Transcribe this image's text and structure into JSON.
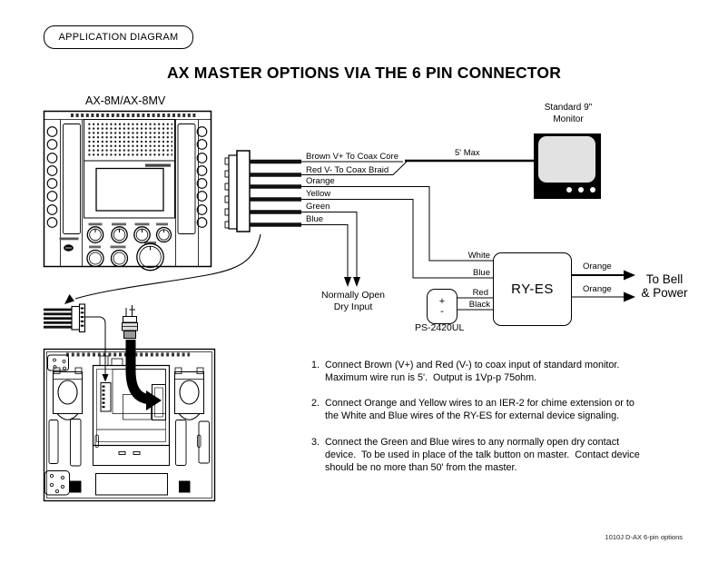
{
  "page": {
    "badge": "APPLICATION DIAGRAM",
    "title": "AX MASTER OPTIONS VIA THE 6 PIN CONNECTOR",
    "footer": "1010J D-AX 6-pin options"
  },
  "master": {
    "label": "AX-8M/AX-8MV"
  },
  "monitor": {
    "label_line1": "Standard 9\"",
    "label_line2": "Monitor",
    "run_label": "5' Max"
  },
  "wires": {
    "brown": "Brown V+ To Coax Core",
    "red": "Red V- To Coax Braid",
    "orange": "Orange",
    "yellow": "Yellow",
    "green": "Green",
    "blue": "Blue"
  },
  "dry_input": {
    "line1": "Normally Open",
    "line2": "Dry Input"
  },
  "ryes": {
    "label": "RY-ES",
    "input_white": "White",
    "input_blue": "Blue",
    "input_red": "Red",
    "input_black": "Black",
    "output_top": "Orange",
    "output_bottom": "Orange",
    "dest_line1": "To Bell",
    "dest_line2": "& Power"
  },
  "power_supply": {
    "label": "PS-2420UL",
    "plus": "+",
    "minus": "-"
  },
  "instructions": [
    {
      "num": "1.",
      "text": "Connect Brown (V+) and Red (V-) to coax input of standard monitor.  Maximum wire run is 5'.  Output is 1Vp-p 75ohm."
    },
    {
      "num": "2.",
      "text": "Connect Orange and Yellow wires to an IER-2 for chime extension or to the White and Blue wires of the RY-ES for external device signaling."
    },
    {
      "num": "3.",
      "text": "Connect the Green and Blue wires to any normally open dry contact device.  To be used in place of the talk button on master.  Contact device should be no more than 50' from the master."
    }
  ],
  "colors": {
    "ink": "#000000",
    "monitor_screen": "#e2e2e2"
  }
}
